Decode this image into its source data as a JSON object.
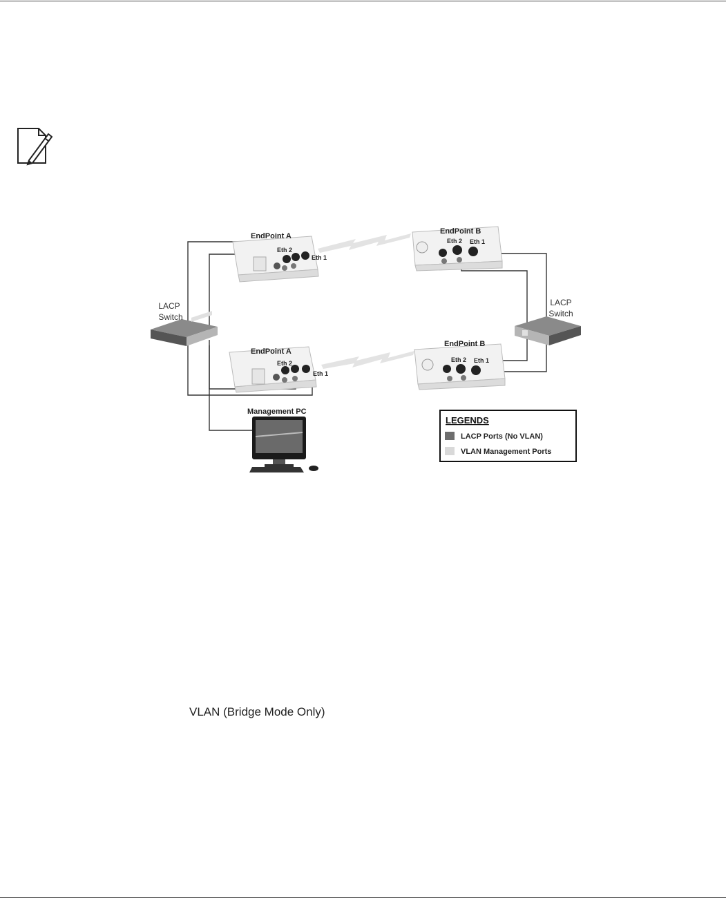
{
  "diagram": {
    "endpoint_a_label": "EndPoint A",
    "endpoint_b_label": "EndPoint B",
    "eth1_label": "Eth 1",
    "eth2_label": "Eth 2",
    "lacp_switch_line1": "LACP",
    "lacp_switch_line2": "Switch",
    "management_pc_label": "Management PC",
    "legend": {
      "title": "LEGENDS",
      "items": [
        {
          "label": "LACP Ports (No VLAN)",
          "color": "#6e6e6e"
        },
        {
          "label": "VLAN Management Ports",
          "color": "#d9d9d9"
        }
      ]
    }
  },
  "section": {
    "heading": "VLAN (Bridge Mode Only)"
  }
}
